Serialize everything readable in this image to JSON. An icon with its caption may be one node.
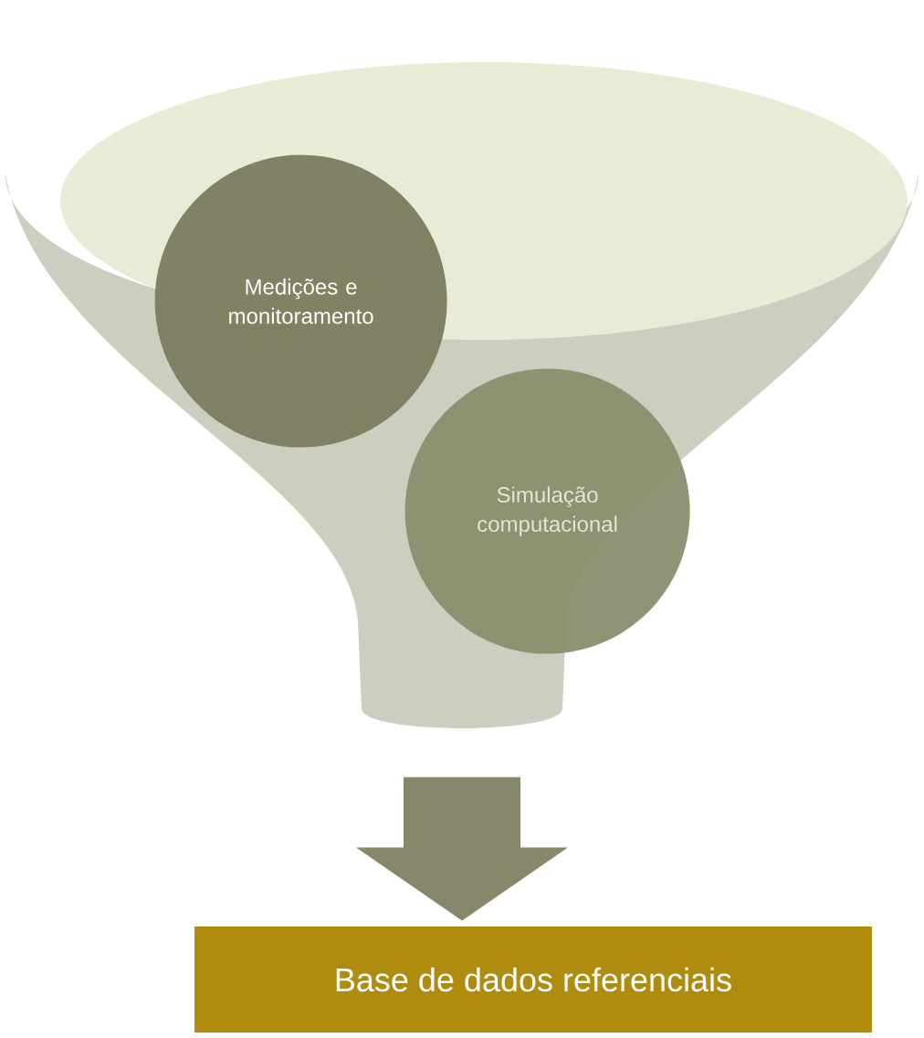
{
  "diagram": {
    "nodes": [
      {
        "text": [],
        "shape": "funnel"
      },
      {
        "text": [
          "Medições e monitoramento"
        ],
        "in": 0
      },
      {
        "text": [
          "Simulação computacional"
        ],
        "in": 0
      },
      {
        "text": [
          "Base de dados referenciais"
        ]
      }
    ],
    "edges": [
      {
        "from": 0,
        "to": 3,
        "arrow": "to",
        "style": "thick"
      }
    ]
  }
}
